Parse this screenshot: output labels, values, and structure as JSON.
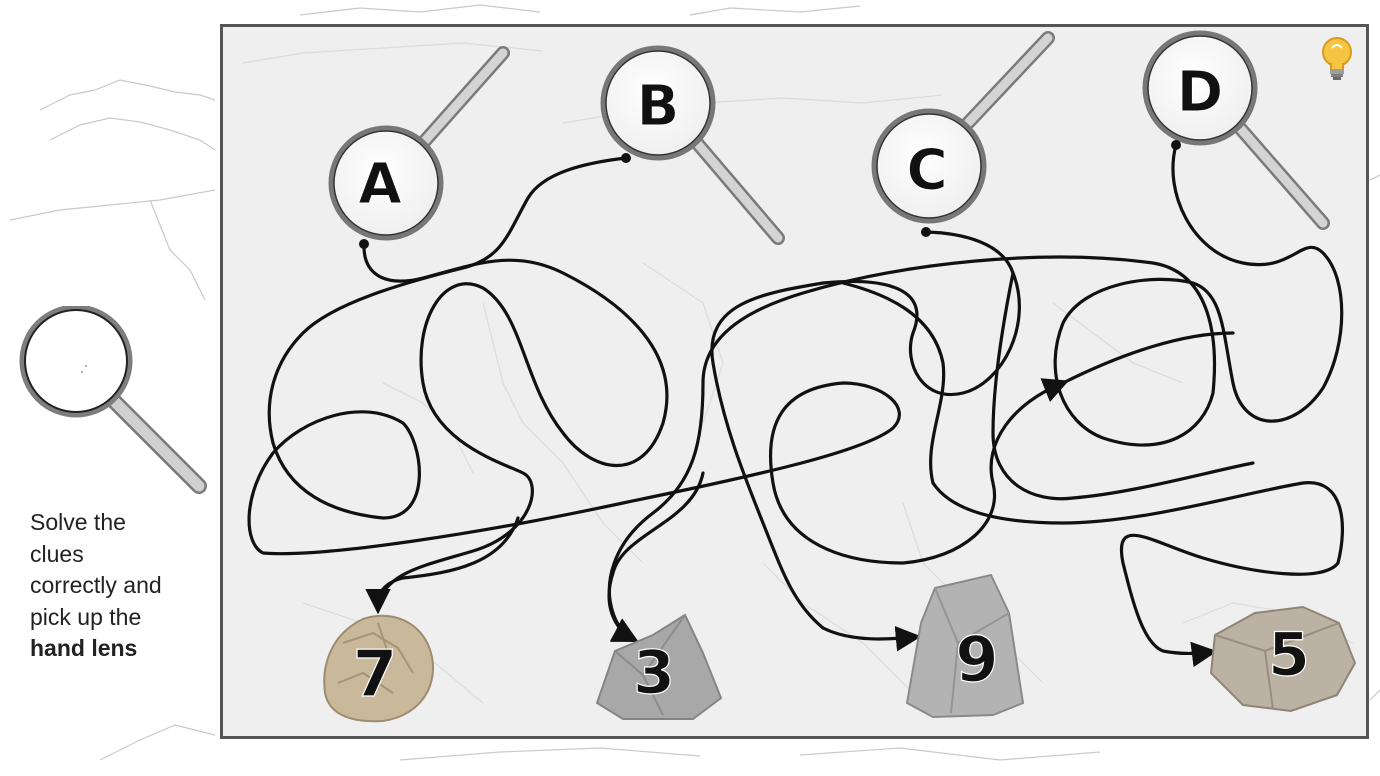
{
  "instructions": {
    "line1": "Solve the",
    "line2": "clues",
    "line3": "correctly and",
    "line4": "pick up the",
    "emphasis": "hand lens"
  },
  "lenses": [
    {
      "letter": "A"
    },
    {
      "letter": "B"
    },
    {
      "letter": "C"
    },
    {
      "letter": "D"
    }
  ],
  "rocks": [
    {
      "number": "7",
      "color": "#c9b99a"
    },
    {
      "number": "3",
      "color": "#a8a8a8"
    },
    {
      "number": "9",
      "color": "#b3b3b3"
    },
    {
      "number": "5",
      "color": "#bcb2a4"
    }
  ],
  "colors": {
    "path": "#111111",
    "frame_border": "#555555",
    "frame_bg": "#efefef",
    "lens_handle": "#c8c8c8"
  },
  "icons": {
    "hint": "lightbulb-icon",
    "side_lens": "magnifying-glass-icon"
  }
}
